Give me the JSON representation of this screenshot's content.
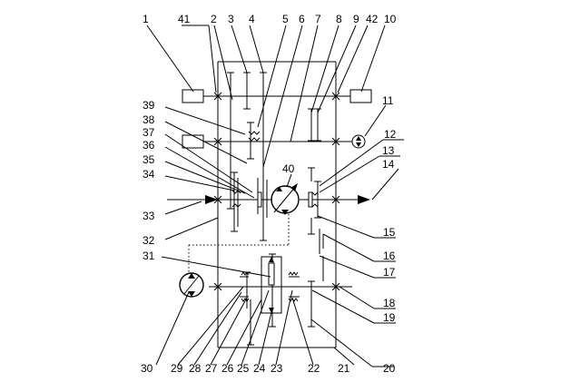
{
  "diagram": {
    "labels": {
      "l1": "1",
      "l2": "2",
      "l3": "3",
      "l4": "4",
      "l5": "5",
      "l6": "6",
      "l7": "7",
      "l8": "8",
      "l9": "9",
      "l10": "10",
      "l11": "11",
      "l12": "12",
      "l13": "13",
      "l14": "14",
      "l15": "15",
      "l16": "16",
      "l17": "17",
      "l18": "18",
      "l19": "19",
      "l20": "20",
      "l21": "21",
      "l22": "22",
      "l23": "23",
      "l24": "24",
      "l25": "25",
      "l26": "26",
      "l27": "27",
      "l28": "28",
      "l29": "29",
      "l30": "30",
      "l31": "31",
      "l32": "32",
      "l33": "33",
      "l34": "34",
      "l35": "35",
      "l36": "36",
      "l37": "37",
      "l38": "38",
      "l39": "39",
      "l40": "40",
      "l41": "41",
      "l42": "42"
    }
  }
}
